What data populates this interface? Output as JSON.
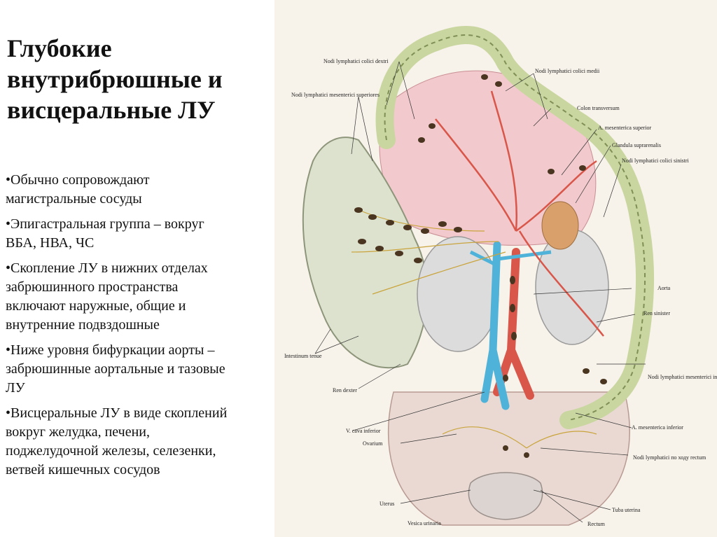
{
  "slide": {
    "title": "Глубокие\nвнутрибрюшные и\nвисцеральные ЛУ",
    "bullets": [
      "•Обычно сопровождают\nмагистральные сосуды",
      "•Эпигастральная группа – вокруг\nВБА, НВА, ЧС",
      "•Скопление ЛУ в нижних отделах\nзабрюшинного пространства\nвключают наружные, общие и\nвнутренние подвздошные",
      "•Ниже уровня бифуркации аорты –\nзабрюшинные аортальные и тазовые\nЛУ",
      "•Висцеральные ЛУ в виде скоплений\nвокруг желудка, печени,\nподжелудочной железы, селезенки,\nветвей кишечных сосудов"
    ]
  },
  "figure": {
    "labels": {
      "colici_dextri": "Nodi lymphatici colici dextri",
      "mesenterici_superiores": "Nodi lymphatici mesenterici superiores",
      "colici_medii": "Nodi lymphatici colici medii",
      "colon_transversum": "Colon transversum",
      "mesenterica_superior": "A. mesenterica superior",
      "suprarenalis": "Glandula suprarenalis",
      "colici_sinistri": "Nodi lymphatici colici sinistri",
      "aorta": "Aorta",
      "ren_sinister": "Ren sinister",
      "intestinum_tenue": "Intestinum tenue",
      "mesenterici_inferiores": "Nodi lymphatici mesenterici inferiores",
      "ren_dexter": "Ren dexter",
      "cava_inferior": "V. cava inferior",
      "mesenterica_inferior": "A. mesenterica inferior",
      "ovarium": "Ovarium",
      "hodu_recti": "Nodi lymphatici по ходу rectum",
      "uterus": "Uterus",
      "tuba_uterina": "Tuba uterina",
      "vesica_urinaria": "Vesica urinaria",
      "rectum": "Rectum"
    },
    "colors": {
      "colon": "#c9d6a0",
      "colon_outline": "#7f8f55",
      "mesentery": "#f2c9cc",
      "vessel_red": "#d9564a",
      "vein_blue": "#4fb3d9",
      "kidney": "#dcdcdc",
      "node": "#4a3520",
      "lymph_line": "#c9a43c",
      "adrenal": "#d9a06b"
    }
  }
}
